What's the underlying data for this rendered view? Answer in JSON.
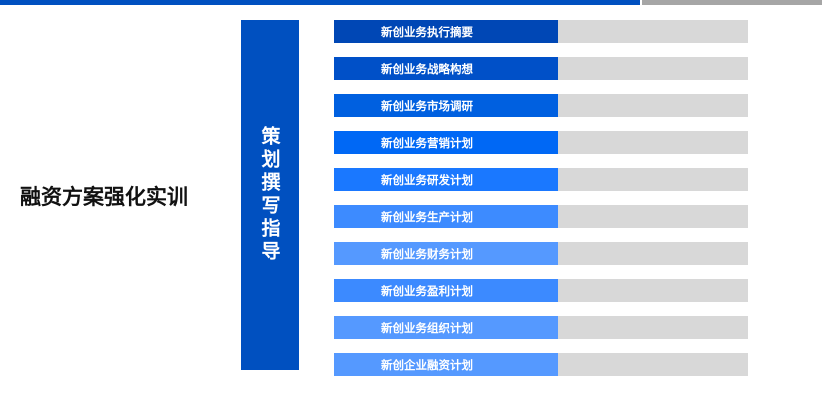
{
  "title": "融资方案强化实训",
  "side_label": "策划撰写指导",
  "items": [
    {
      "label": "新创业务执行摘要",
      "color": "#0047b5"
    },
    {
      "label": "新创业务战略构想",
      "color": "#0050c8"
    },
    {
      "label": "新创业务市场调研",
      "color": "#0060e0"
    },
    {
      "label": "新创业务营销计划",
      "color": "#0068f5"
    },
    {
      "label": "新创业务研发计划",
      "color": "#1a78ff"
    },
    {
      "label": "新创业务生产计划",
      "color": "#3d8bff"
    },
    {
      "label": "新创业务财务计划",
      "color": "#5599ff"
    },
    {
      "label": "新创业务盈利计划",
      "color": "#3c8aff"
    },
    {
      "label": "新创业务组织计划",
      "color": "#5599ff"
    },
    {
      "label": "新创企业融资计划",
      "color": "#5599ff"
    }
  ]
}
